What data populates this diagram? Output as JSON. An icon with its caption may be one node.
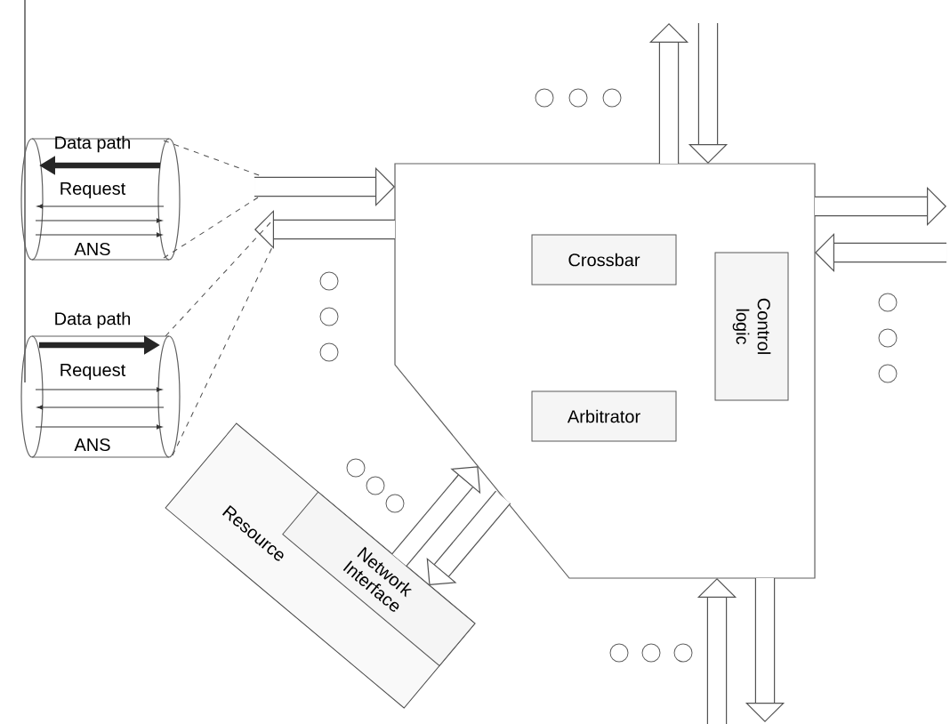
{
  "diagram": {
    "nodes": [
      {
        "text": [],
        "shape": "box"
      },
      {
        "text": [
          "Crossbar"
        ],
        "in": 0
      },
      {
        "text": [
          "Control logic"
        ],
        "in": 0
      },
      {
        "text": [
          "Arbitrator"
        ],
        "in": 0
      },
      {
        "text": [
          "Data path",
          "Request",
          "ANS"
        ]
      },
      {
        "text": [
          "Data path",
          "Request",
          "ANS"
        ]
      },
      {
        "text": [
          "Resource"
        ]
      },
      {
        "text": [
          "Network Interface"
        ],
        "in": 6
      }
    ],
    "edges": [
      {
        "from": null,
        "to": 0,
        "arrow": "to"
      },
      {
        "from": 0,
        "to": null,
        "arrow": "to"
      },
      {
        "from": 0,
        "to": null,
        "arrow": "to"
      },
      {
        "from": null,
        "to": 0,
        "arrow": "to"
      },
      {
        "from": 0,
        "to": null,
        "arrow": "to"
      },
      {
        "from": null,
        "to": 0,
        "arrow": "to"
      },
      {
        "from": null,
        "to": 0,
        "arrow": "to"
      },
      {
        "from": 0,
        "to": null,
        "arrow": "to"
      },
      {
        "from": 7,
        "to": 0,
        "arrow": "to"
      },
      {
        "from": 0,
        "to": 7,
        "arrow": "to"
      },
      {
        "from": 4,
        "to": null,
        "arrow": "none",
        "style": "dashed"
      },
      {
        "from": 4,
        "to": null,
        "arrow": "none",
        "style": "dashed"
      },
      {
        "from": 5,
        "to": null,
        "arrow": "none",
        "style": "dashed"
      },
      {
        "from": 5,
        "to": null,
        "arrow": "none",
        "style": "dashed"
      }
    ]
  }
}
